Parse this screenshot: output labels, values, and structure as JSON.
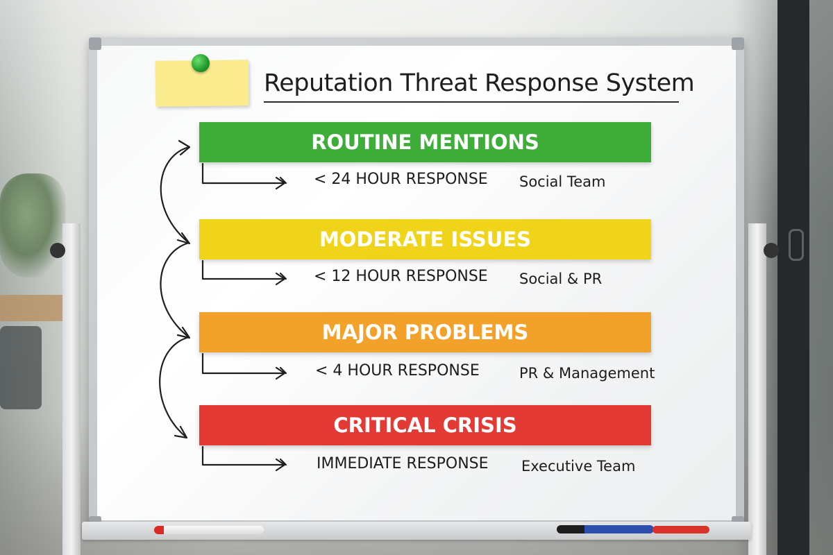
{
  "board": {
    "title": "Reputation Threat Response System",
    "tiers": [
      {
        "label": "ROUTINE MENTIONS",
        "response": "< 24 HOUR RESPONSE",
        "team": "Social Team",
        "color": "#3fad3a"
      },
      {
        "label": "MODERATE ISSUES",
        "response": "< 12 HOUR RESPONSE",
        "team": "Social & PR",
        "color": "#f0d419"
      },
      {
        "label": "MAJOR PROBLEMS",
        "response": "< 4 HOUR RESPONSE",
        "team": "PR & Management",
        "color": "#f2a22a"
      },
      {
        "label": "CRITICAL CRISIS",
        "response": "IMMEDIATE RESPONSE",
        "team": "Executive Team",
        "color": "#e33a36"
      }
    ]
  }
}
